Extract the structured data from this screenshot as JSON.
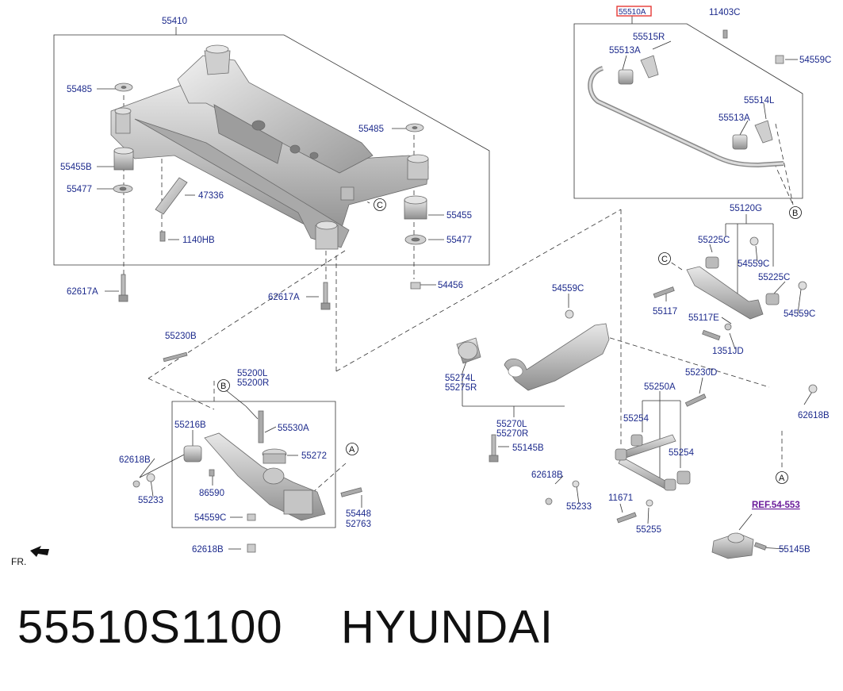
{
  "part_number": "55510S1100",
  "brand": "HYUNDAI",
  "diagram": {
    "front_label": "FR.",
    "highlighted_part": "55510A",
    "ref_label": "REF.54-553",
    "callouts": [
      {
        "id": "A",
        "loc": "lower-arm"
      },
      {
        "id": "A",
        "loc": "right"
      },
      {
        "id": "B",
        "loc": "stabilizer"
      },
      {
        "id": "B",
        "loc": "lower-arm"
      },
      {
        "id": "C",
        "loc": "crossmember"
      },
      {
        "id": "C",
        "loc": "upper-arm"
      }
    ],
    "labels": [
      "55410",
      "55485",
      "55455B",
      "55477",
      "47336",
      "1140HB",
      "62617A",
      "55485",
      "55455",
      "55477",
      "54456",
      "62617A",
      "11403C",
      "55515R",
      "55513A",
      "54559C",
      "55514L",
      "55513A",
      "55120G",
      "55225C",
      "54559C",
      "55225C",
      "55117",
      "54559C",
      "55117E",
      "1351JD",
      "54559C",
      "55274L",
      "55275R",
      "55270L",
      "55270R",
      "55145B",
      "55230D",
      "55250A",
      "55254",
      "55254",
      "62618B",
      "62618B",
      "55233",
      "11671",
      "55255",
      "55230B",
      "55200L",
      "55200R",
      "55216B",
      "55530A",
      "55272",
      "62618B",
      "55233",
      "86590",
      "54559C",
      "55448",
      "52763",
      "62618B",
      "55145B"
    ]
  }
}
